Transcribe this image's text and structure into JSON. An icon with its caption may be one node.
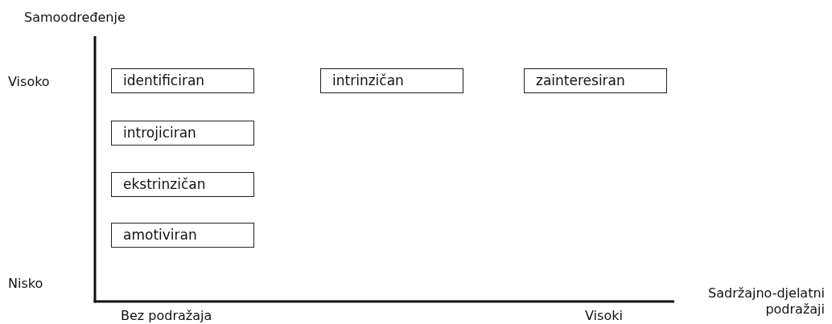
{
  "diagram": {
    "nodes": [
      {
        "text": [
          "identificiran"
        ]
      },
      {
        "text": [
          "intrinzičan"
        ]
      },
      {
        "text": [
          "zainteresiran"
        ]
      },
      {
        "text": [
          "introjiciran"
        ]
      },
      {
        "text": [
          "ekstrinzičan"
        ]
      },
      {
        "text": [
          "amotiviran"
        ]
      }
    ],
    "labels": [
      "Samoodređenje",
      "Visoko",
      "Nisko",
      "Sadržajno-djelatni podražaji",
      "Bez podražaja",
      "Visoki"
    ]
  }
}
